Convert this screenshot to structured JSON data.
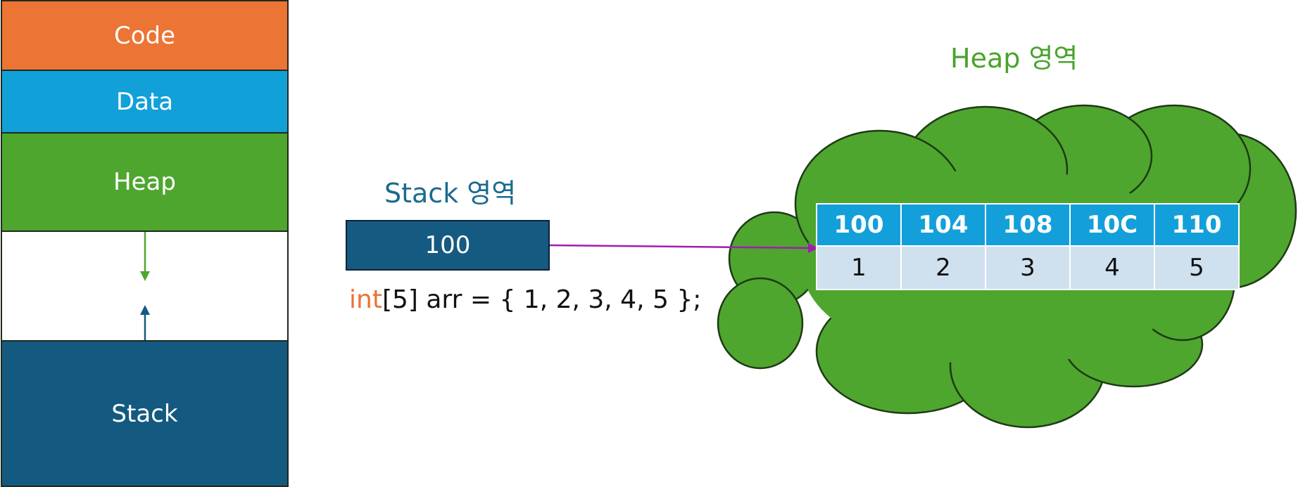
{
  "memory_layout": {
    "segments": [
      {
        "label": "Code",
        "color": "#ec7435"
      },
      {
        "label": "Data",
        "color": "#12a0d9"
      },
      {
        "label": "Heap",
        "color": "#4ea62f"
      },
      {
        "label": "",
        "color": "#ffffff"
      },
      {
        "label": "Stack",
        "color": "#145a80"
      }
    ],
    "heap_arrow_color": "#4ea62f",
    "stack_arrow_color": "#145a80"
  },
  "stack_region": {
    "title": "Stack 영역",
    "value": "100"
  },
  "code": {
    "keyword": "int",
    "rest": "[5] arr = { 1, 2, 3, 4, 5 };"
  },
  "heap_region": {
    "title": "Heap 영역",
    "addresses": [
      "100",
      "104",
      "108",
      "10C",
      "110"
    ],
    "values": [
      "1",
      "2",
      "3",
      "4",
      "5"
    ],
    "cloud_color": "#4ea62f",
    "pointer_color": "#a21caf"
  }
}
